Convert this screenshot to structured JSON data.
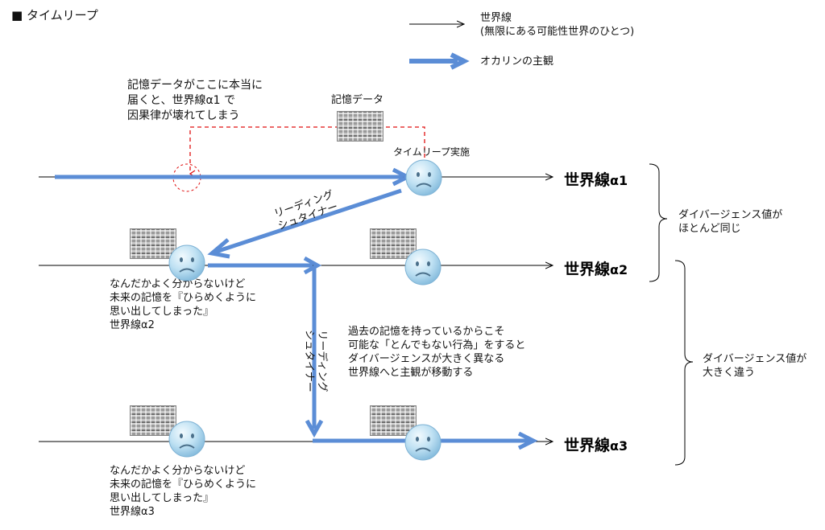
{
  "title": "■ タイムリープ",
  "legend": {
    "thin_line_label": "世界線\n(無限にある可能性世界のひとつ)",
    "thick_arrow_label": "オカリンの主観"
  },
  "note_top": "記憶データがここに本当に\n届くと、世界線α1 で\n因果律が壊れてしまう",
  "memory_data_label": "記憶データ",
  "timeleap_label": "タイムリープ実施",
  "reading_steiner_1": "リーディング\nシュタイナー",
  "reading_steiner_2": "リーディング\nシュタイナー",
  "world_lines": [
    {
      "prefix": "世界線",
      "suffix": "α1"
    },
    {
      "prefix": "世界線",
      "suffix": "α2"
    },
    {
      "prefix": "世界線",
      "suffix": "α3"
    }
  ],
  "divergence_small": "ダイバージェンス値が\nほとんど同じ",
  "divergence_large": "ダイバージェンス値が\n大きく違う",
  "note_alpha2": "なんだかよく分からないけど\n未来の記憶を『ひらめくように\n思い出してしまった』\n世界線α2",
  "note_alpha3": "なんだかよく分からないけど\n未来の記憶を『ひらめくように\n思い出してしまった』\n世界線α3",
  "note_center": "過去の記憶を持っているからこそ\n可能な「とんでもない行為」をすると\nダイバージェンスが大きく異なる\n世界線へと主観が移動する",
  "colors": {
    "subjective_arrow": "#5B8DD6",
    "memory_path": "#E01010",
    "face_fill": "#BFE1F3"
  },
  "icons": [
    "sad-face-icon",
    "memory-data-thumbnail-icon"
  ]
}
